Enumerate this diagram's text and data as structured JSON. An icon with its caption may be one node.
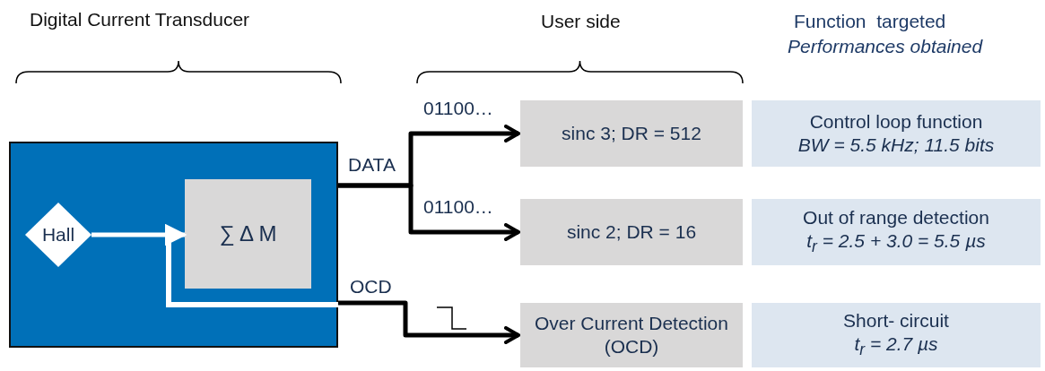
{
  "diagram": {
    "nodes": [
      {
        "text": [],
        "shape": "box"
      },
      {
        "text": [
          "Hall"
        ],
        "in": 0
      },
      {
        "text": [
          "∑ Δ M"
        ],
        "in": 0
      },
      {
        "text": [
          "sinc 3; DR = 512"
        ]
      },
      {
        "text": [
          "sinc 2; DR = 16"
        ]
      },
      {
        "text": [
          "Over Current Detection (OCD)"
        ]
      },
      {
        "text": [
          "Control loop function",
          "BW = 5.5 kHz; 11.5 bits"
        ]
      },
      {
        "text": [
          "Out of range detection",
          "t$_{r}$ = 2.5 + 3.0 = 5.5 µs"
        ]
      },
      {
        "text": [
          "Short- circuit",
          "t$_{r}$ = 2.7 µs"
        ]
      }
    ],
    "edges": [
      {
        "from": 1,
        "to": 2,
        "arrow": "to",
        "color": "#ffffff"
      },
      {
        "from": 0,
        "to": 3,
        "arrow": "to",
        "label": "01100…"
      },
      {
        "from": 0,
        "to": 4,
        "arrow": "to",
        "label": "01100…"
      },
      {
        "from": 0,
        "to": 5,
        "arrow": "to",
        "label": "OCD"
      }
    ],
    "labels": [
      "Digital Current Transducer",
      "User side",
      "Function  targeted",
      "Performances obtained",
      "DATA"
    ]
  }
}
